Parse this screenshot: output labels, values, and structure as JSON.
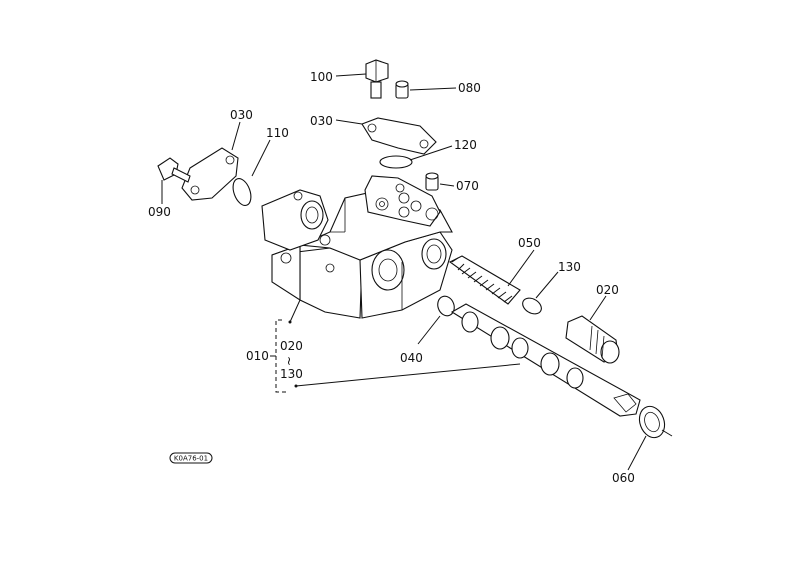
{
  "labels": {
    "p100": "100",
    "p080": "080",
    "p030a": "030",
    "p030b": "030",
    "p110": "110",
    "p120": "120",
    "p070": "070",
    "p090": "090",
    "p050": "050",
    "p130": "130",
    "p020": "020",
    "p010": "010",
    "p020b": "020",
    "tilde": "~",
    "p130b": "130",
    "p040": "040",
    "p060": "060"
  },
  "reference_code": "K0A76-01"
}
